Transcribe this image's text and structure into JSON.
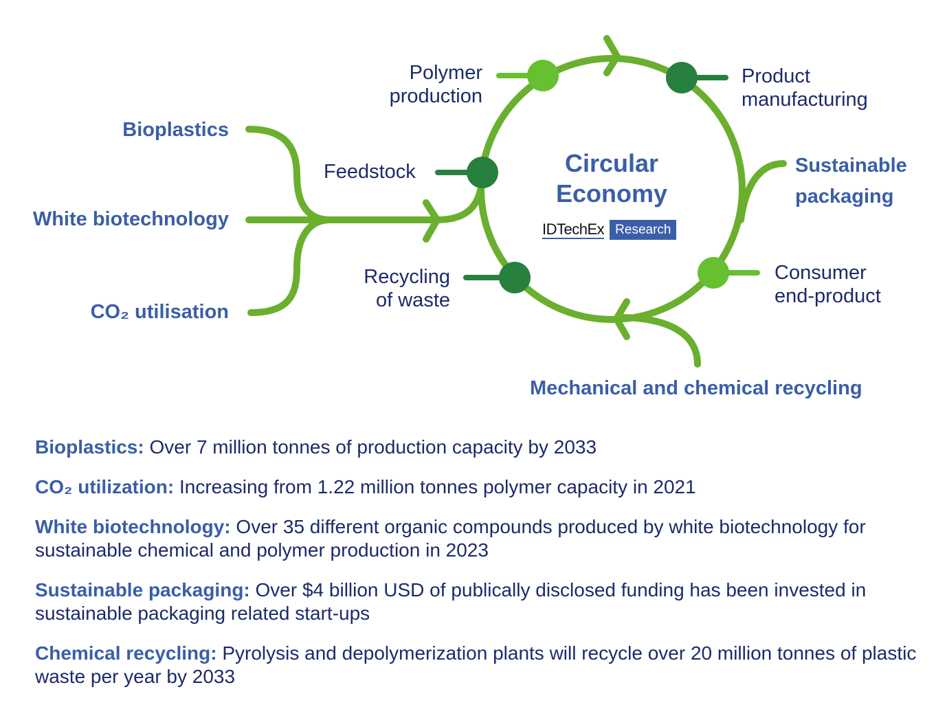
{
  "colors": {
    "ring": "#6aaf2e",
    "node_light": "#66c030",
    "node_dark": "#27803e",
    "accent_blue": "#3a5ea8",
    "text_navy": "#1c2a6b"
  },
  "center": {
    "title_line1": "Circular",
    "title_line2": "Economy",
    "logo_name": "IDTechEx",
    "logo_badge": "Research"
  },
  "nodes": {
    "polymer": [
      "Polymer",
      "production"
    ],
    "product": [
      "Product",
      "manufacturing"
    ],
    "feedstock": "Feedstock",
    "recycling": [
      "Recycling",
      "of waste"
    ],
    "consumer": [
      "Consumer",
      "end-product"
    ]
  },
  "inputs": {
    "bioplastics": "Bioplastics",
    "white_bio": "White biotechnology",
    "co2": "CO₂ utilisation"
  },
  "outputs": {
    "packaging": [
      "Sustainable",
      "packaging"
    ],
    "recycling": "Mechanical and chemical recycling"
  },
  "facts": [
    {
      "title": "Bioplastics:",
      "text": " Over 7 million tonnes of production capacity by 2033"
    },
    {
      "title": "CO₂ utilization:",
      "text": " Increasing from 1.22 million tonnes polymer capacity in 2021"
    },
    {
      "title": "White biotechnology:",
      "text": " Over 35 different organic compounds produced by white biotechnology for sustainable chemical and polymer production in 2023"
    },
    {
      "title": "Sustainable packaging:",
      "text": " Over $4 billion USD of publically disclosed funding has been invested in sustainable packaging related start-ups"
    },
    {
      "title": "Chemical recycling:",
      "text": " Pyrolysis and depolymerization plants will recycle over 20 million tonnes of plastic waste per year by 2033"
    }
  ]
}
